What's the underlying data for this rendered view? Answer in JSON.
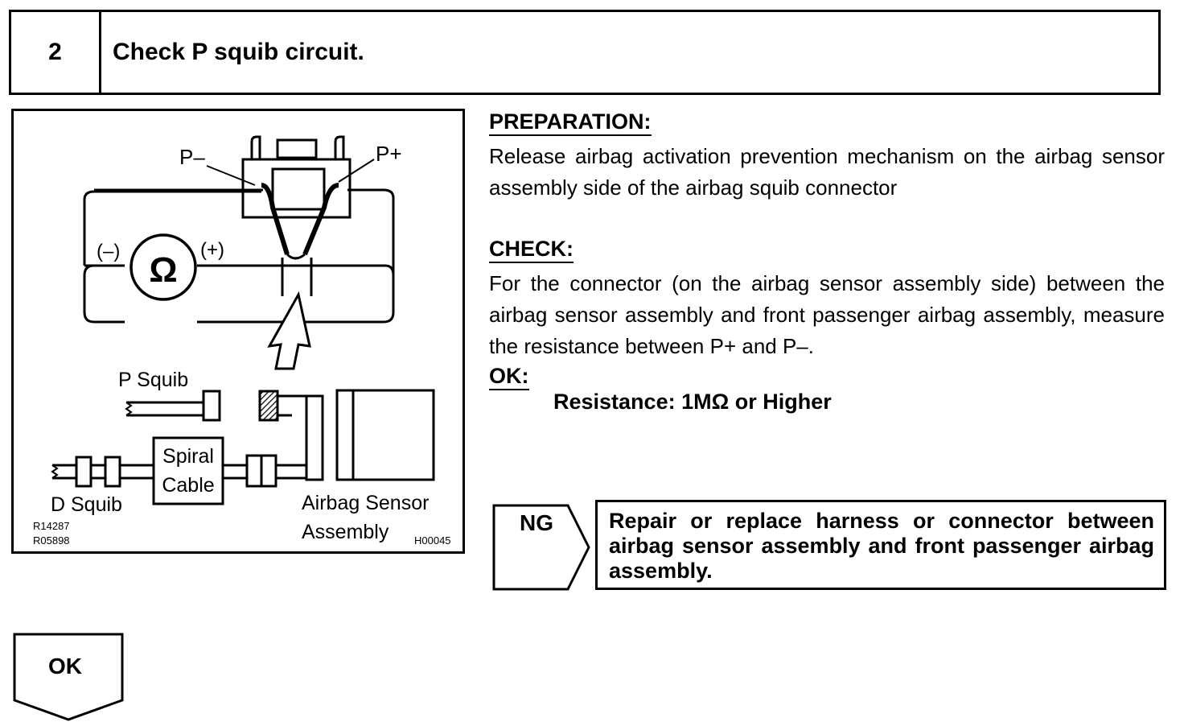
{
  "header": {
    "step_number": "2",
    "title": "Check P squib circuit."
  },
  "diagram": {
    "label_p_minus": "P–",
    "label_p_plus": "P+",
    "label_neg": "(–)",
    "label_pos": "(+)",
    "ohm_symbol": "Ω",
    "label_p_squib": "P Squib",
    "label_spiral": "Spiral",
    "label_cable": "Cable",
    "label_d_squib": "D Squib",
    "label_airbag_sensor": "Airbag Sensor",
    "label_assembly": "Assembly",
    "code_1": "R14287",
    "code_2": "R05898",
    "code_3": "H00045"
  },
  "preparation": {
    "heading": "PREPARATION:",
    "text": "Release airbag activation prevention mechanism on the airbag sensor assembly side of the airbag squib connector"
  },
  "check": {
    "heading": "CHECK:",
    "text": "For the connector (on the airbag sensor assembly side) between the airbag sensor assembly and front passenger airbag assembly, measure the resistance between P+ and P–."
  },
  "ok_spec": {
    "heading": "OK:",
    "spec": "Resistance: 1MΩ or Higher"
  },
  "ng": {
    "label": "NG",
    "action": "Repair or replace harness or connector between airbag sensor assembly and front passenger airbag assembly."
  },
  "ok_result": {
    "label": "OK"
  }
}
